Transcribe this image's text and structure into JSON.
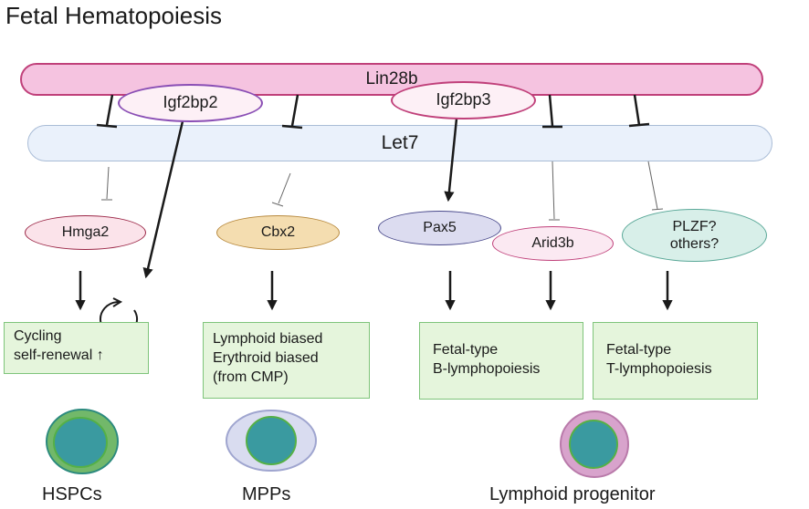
{
  "title": "Fetal Hematopoiesis",
  "regulators": {
    "lin28b": "Lin28b",
    "let7": "Let7",
    "igf2bp2": "Igf2bp2",
    "igf2bp3": "Igf2bp3"
  },
  "targets": {
    "hmga2": "Hmga2",
    "cbx2": "Cbx2",
    "pax5": "Pax5",
    "arid3b": "Arid3b",
    "plzf_line1": "PLZF?",
    "plzf_line2": "others?"
  },
  "outcomes": {
    "box1": [
      "Cycling",
      "self-renewal ↑"
    ],
    "box2": [
      "Lymphoid biased",
      "Erythroid biased",
      "(from CMP)"
    ],
    "box3": [
      "Fetal-type",
      "B-lymphopoiesis"
    ],
    "box4": [
      "Fetal-type",
      "T-lymphopoiesis"
    ]
  },
  "cells": {
    "hspc": "HSPCs",
    "mpp": "MPPs",
    "lymphoid": "Lymphoid progenitor"
  },
  "colors": {
    "lin28b_fill": "#f5c3e0",
    "let7_fill": "#eaf1fb",
    "outcome_fill": "#e5f5dc",
    "nucleus": "#3a9aa0"
  }
}
